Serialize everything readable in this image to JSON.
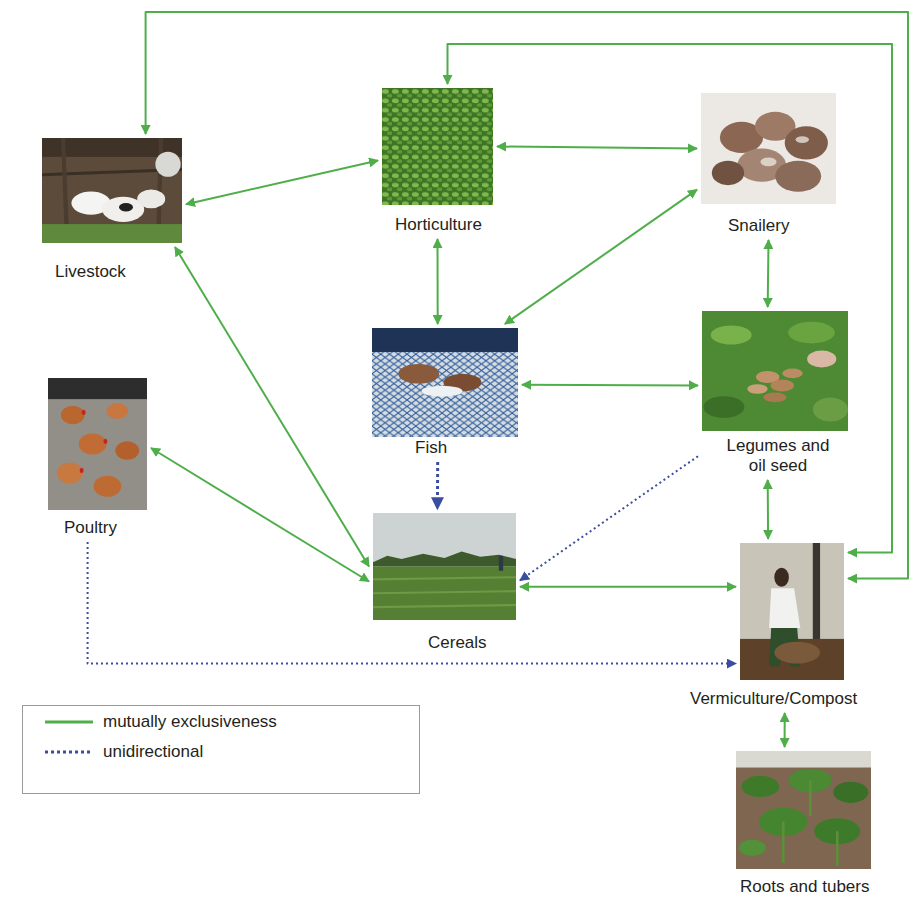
{
  "diagram": {
    "nodes": [
      {
        "text": [
          "Horticulture"
        ]
      },
      {
        "text": [
          "Snailery"
        ]
      },
      {
        "text": [
          "Livestock"
        ]
      },
      {
        "text": [
          "Fish"
        ]
      },
      {
        "text": [
          "Legumes and oil seed"
        ]
      },
      {
        "text": [
          "Poultry"
        ]
      },
      {
        "text": [
          "Cereals"
        ]
      },
      {
        "text": [
          "Vermiculture/Compost"
        ]
      },
      {
        "text": [
          "Roots and tubers"
        ]
      }
    ],
    "edges": [
      {
        "from": 2,
        "to": 0,
        "arrow": "both"
      },
      {
        "from": 0,
        "to": 1,
        "arrow": "both"
      },
      {
        "from": 0,
        "to": 3,
        "arrow": "both"
      },
      {
        "from": 3,
        "to": 1,
        "arrow": "both"
      },
      {
        "from": 1,
        "to": 4,
        "arrow": "both"
      },
      {
        "from": 3,
        "to": 4,
        "arrow": "both"
      },
      {
        "from": 2,
        "to": 6,
        "arrow": "both"
      },
      {
        "from": 5,
        "to": 6,
        "arrow": "both"
      },
      {
        "from": 3,
        "to": 6,
        "arrow": "to"
      },
      {
        "from": 4,
        "to": 6,
        "arrow": "to"
      },
      {
        "from": 6,
        "to": 7,
        "arrow": "both"
      },
      {
        "from": 5,
        "to": 7,
        "arrow": "to"
      },
      {
        "from": 4,
        "to": 7,
        "arrow": "both"
      },
      {
        "from": 7,
        "to": 8,
        "arrow": "both"
      },
      {
        "from": 7,
        "to": 2,
        "arrow": "both"
      },
      {
        "from": 7,
        "to": 0,
        "arrow": "both"
      }
    ],
    "legend": [
      {
        "text": "mutually exclusiveness"
      },
      {
        "text": "unidirectional"
      }
    ]
  }
}
